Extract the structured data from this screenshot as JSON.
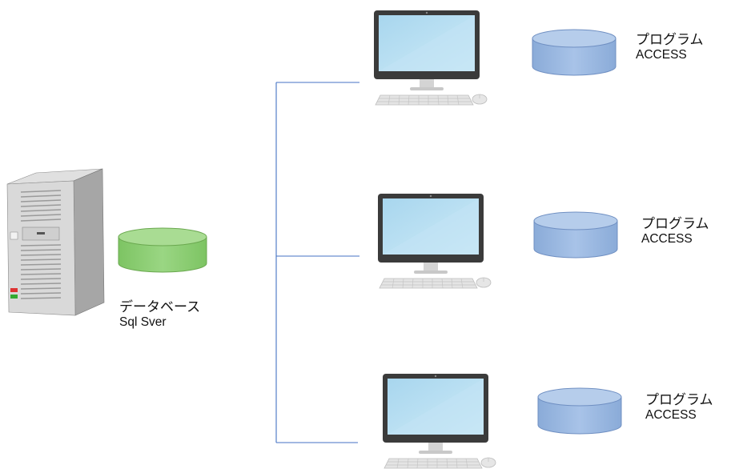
{
  "server_db": {
    "title": "データベース",
    "subtitle": "Sql Sver",
    "color": "#8ccd74"
  },
  "clients": [
    {
      "title": "プログラム",
      "subtitle": "ACCESS"
    },
    {
      "title": "プログラム",
      "subtitle": "ACCESS"
    },
    {
      "title": "プログラム",
      "subtitle": "ACCESS"
    }
  ],
  "colors": {
    "client_db": "#9ab8e0",
    "connector": "#4472c4",
    "screen": "#b5dcef",
    "bezel": "#3a3a3a"
  },
  "icons": [
    "server-tower-icon",
    "database-cylinder-icon",
    "desktop-computer-icon",
    "keyboard-icon",
    "mouse-icon"
  ]
}
